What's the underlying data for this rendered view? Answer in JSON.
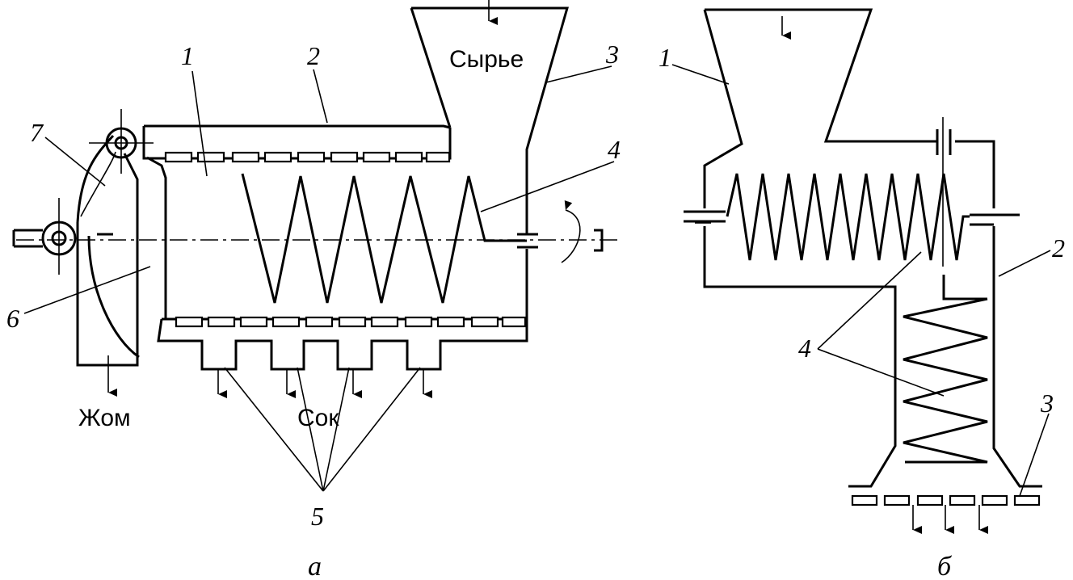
{
  "diagram_a": {
    "labels": {
      "n1": "1",
      "n2": "2",
      "n3": "3",
      "n4": "4",
      "n5": "5",
      "n6": "6",
      "n7": "7"
    },
    "words": {
      "raw": "Сырье",
      "pulp": "Жом",
      "juice": "Сок"
    },
    "caption": "а"
  },
  "diagram_b": {
    "labels": {
      "n1": "1",
      "n2": "2",
      "n3": "3",
      "n4": "4"
    },
    "caption": "б"
  }
}
